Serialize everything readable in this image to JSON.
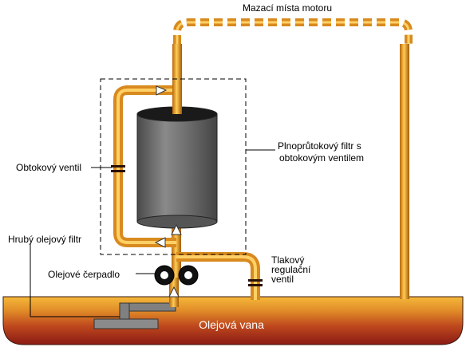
{
  "diagram": {
    "title": "Mazací místa motoru",
    "bypass_valve": "Obtokový ventil",
    "full_flow_filter": [
      "Plnoprůtokový filtr s",
      "obtokovým ventilem"
    ],
    "coarse_filter": "Hrubý olejový filtr",
    "oil_pump": "Olejové čerpadlo",
    "pressure_valve": [
      "Tlakový",
      "regulační",
      "ventil"
    ],
    "oil_pan": "Olejová vana"
  }
}
